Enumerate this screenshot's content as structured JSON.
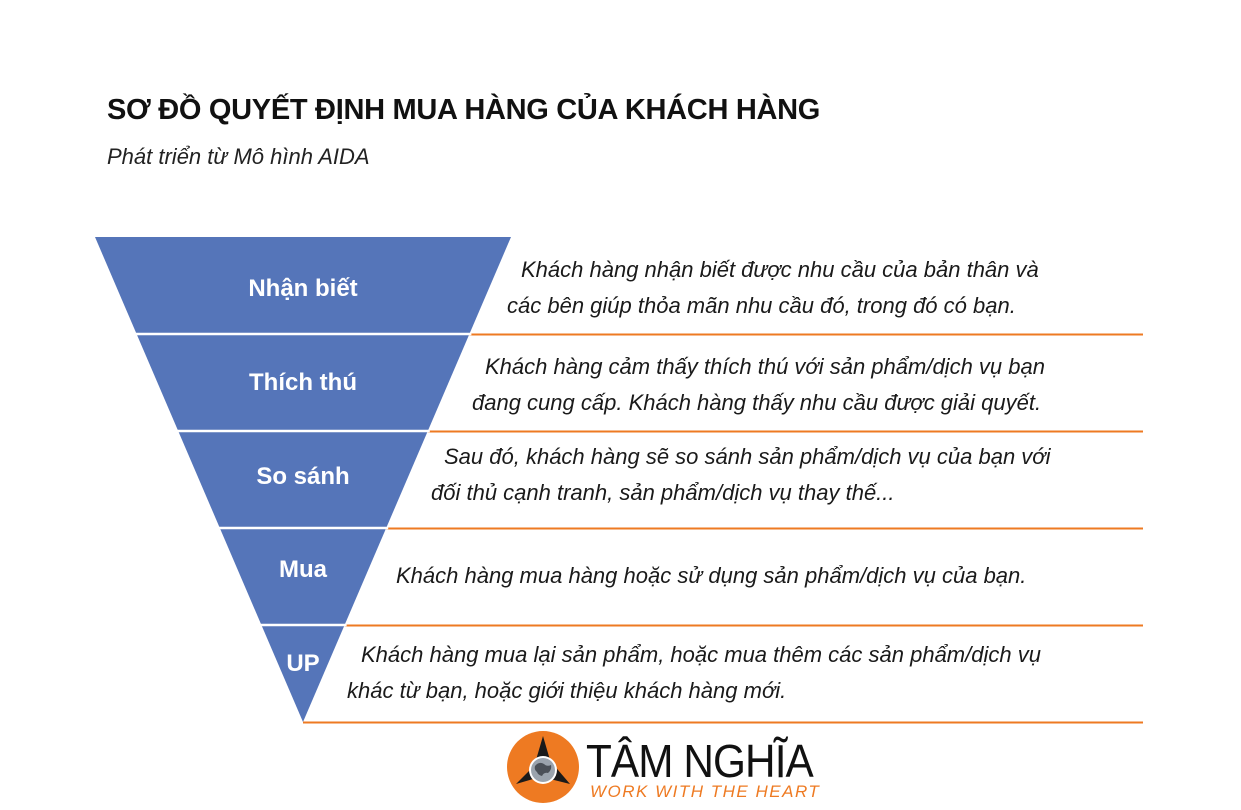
{
  "header": {
    "title": "SƠ ĐỒ QUYẾT ĐỊNH MUA HÀNG CỦA KHÁCH HÀNG",
    "subtitle": "Phát triển từ Mô hình AIDA"
  },
  "colors": {
    "funnel_fill": "#5575b9",
    "separator_line": "#ee7a22",
    "logo_orange": "#ee7a22"
  },
  "stages": [
    {
      "label": "Nhận biết",
      "description": [
        "Khách hàng nhận biết được nhu cầu của bản thân và",
        "các bên giúp thỏa mãn nhu cầu đó, trong đó có bạn."
      ]
    },
    {
      "label": "Thích thú",
      "description": [
        "Khách hàng cảm thấy thích thú với sản phẩm/dịch vụ bạn",
        "đang cung cấp. Khách hàng thấy nhu cầu được giải quyết."
      ]
    },
    {
      "label": "So sánh",
      "description": [
        "Sau đó, khách hàng sẽ so sánh sản phẩm/dịch vụ của bạn với",
        "đối thủ cạnh tranh, sản phẩm/dịch vụ thay thế..."
      ]
    },
    {
      "label": "Mua",
      "description": [
        "Khách hàng mua hàng hoặc sử dụng sản phẩm/dịch vụ của bạn."
      ]
    },
    {
      "label": "UP",
      "description": [
        "Khách hàng mua lại sản phẩm, hoặc mua thêm các sản phẩm/dịch vụ",
        "khác từ bạn, hoặc giới thiệu khách hàng mới."
      ]
    }
  ],
  "logo": {
    "name": "TÂM NGHĨA",
    "tagline": "WORK WITH THE HEART",
    "icon": "globe-triskelion-icon"
  }
}
